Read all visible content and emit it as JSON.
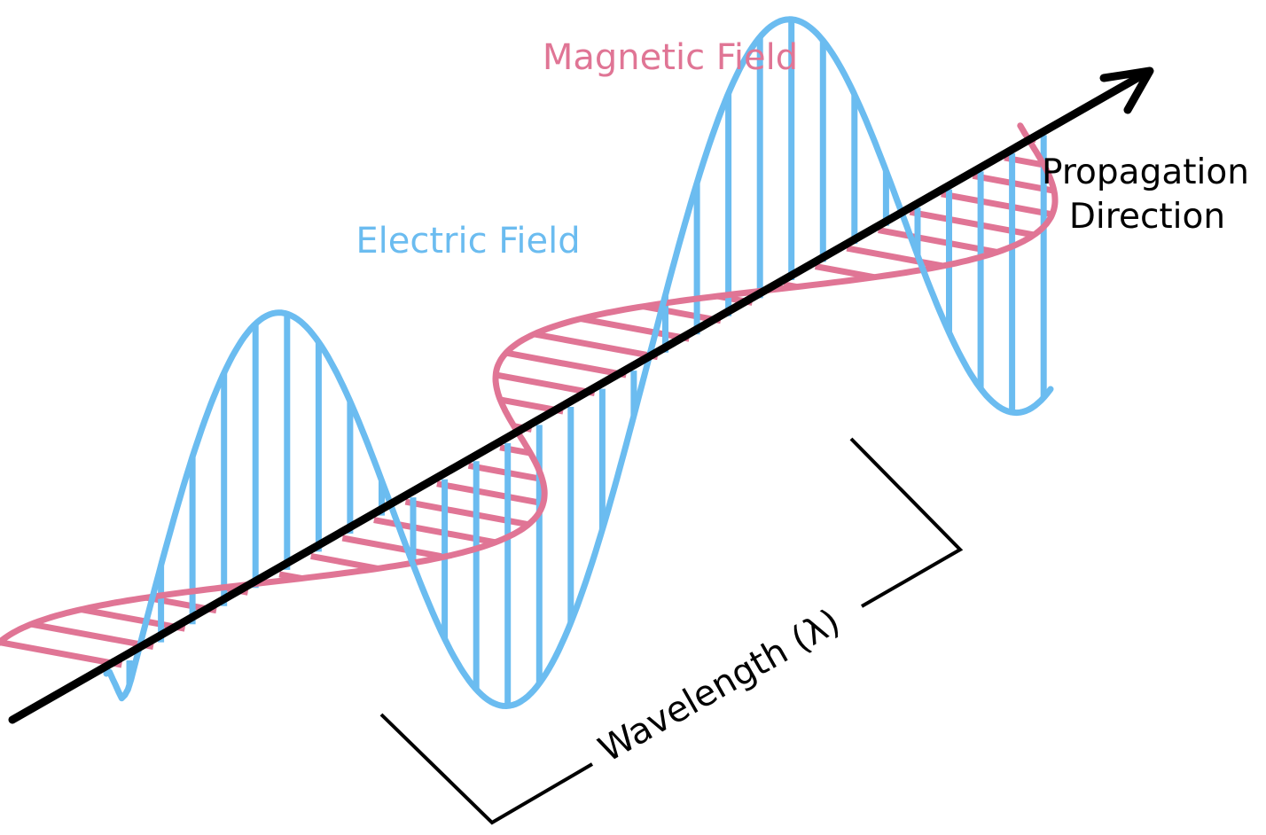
{
  "labels": {
    "magnetic": "Magnetic Field",
    "electric": "Electric Field",
    "propagation_line1": "Propagation",
    "propagation_line2": "Direction",
    "wavelength": "Wavelength (λ)"
  },
  "colors": {
    "electric": "#6bbcf0",
    "magnetic": "#e07595",
    "axis": "#000000",
    "bracket": "#000000"
  }
}
